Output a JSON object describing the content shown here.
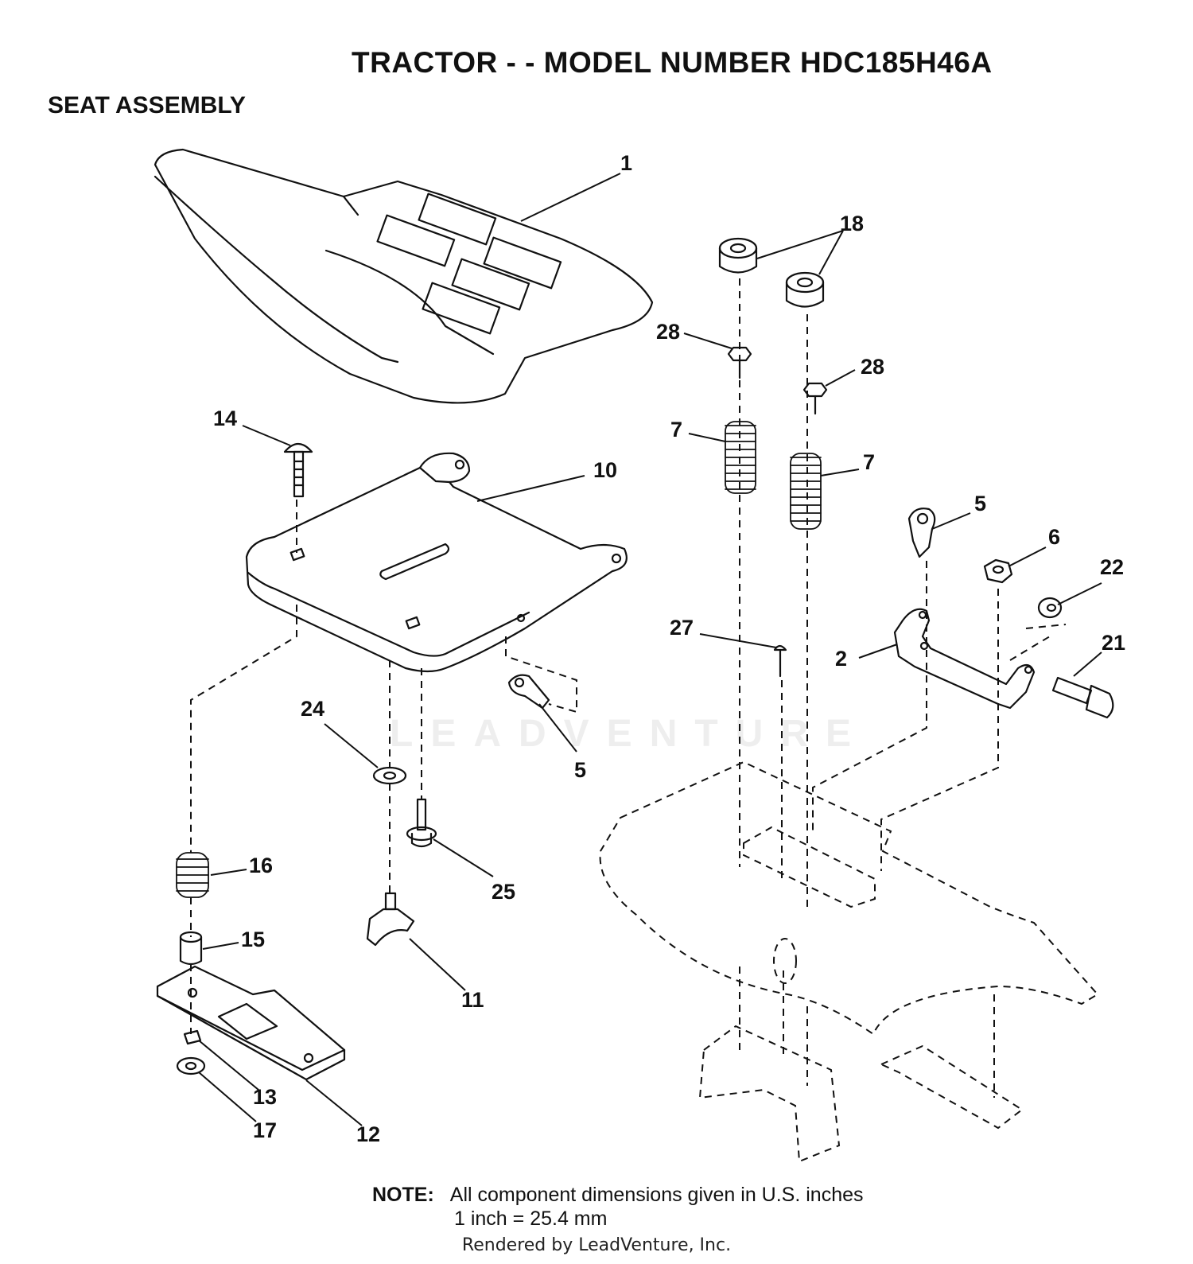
{
  "header": {
    "title": "TRACTOR - - MODEL NUMBER HDC185H46A",
    "subtitle": "SEAT ASSEMBLY"
  },
  "watermark": "LEADVENTURE",
  "callouts": [
    {
      "key": "c1",
      "label": "1"
    },
    {
      "key": "c18",
      "label": "18"
    },
    {
      "key": "c28a",
      "label": "28"
    },
    {
      "key": "c28b",
      "label": "28"
    },
    {
      "key": "c14",
      "label": "14"
    },
    {
      "key": "c10",
      "label": "10"
    },
    {
      "key": "c7a",
      "label": "7"
    },
    {
      "key": "c7b",
      "label": "7"
    },
    {
      "key": "c5a",
      "label": "5"
    },
    {
      "key": "c6",
      "label": "6"
    },
    {
      "key": "c22",
      "label": "22"
    },
    {
      "key": "c27",
      "label": "27"
    },
    {
      "key": "c2",
      "label": "2"
    },
    {
      "key": "c21",
      "label": "21"
    },
    {
      "key": "c24",
      "label": "24"
    },
    {
      "key": "c5b",
      "label": "5"
    },
    {
      "key": "c16",
      "label": "16"
    },
    {
      "key": "c25",
      "label": "25"
    },
    {
      "key": "c15",
      "label": "15"
    },
    {
      "key": "c11",
      "label": "11"
    },
    {
      "key": "c13",
      "label": "13"
    },
    {
      "key": "c17",
      "label": "17"
    },
    {
      "key": "c12",
      "label": "12"
    }
  ],
  "note": {
    "label": "NOTE:",
    "line1": "All component dimensions given in U.S. inches",
    "line2": "1 inch = 25.4 mm"
  },
  "footer": "Rendered by LeadVenture, Inc."
}
